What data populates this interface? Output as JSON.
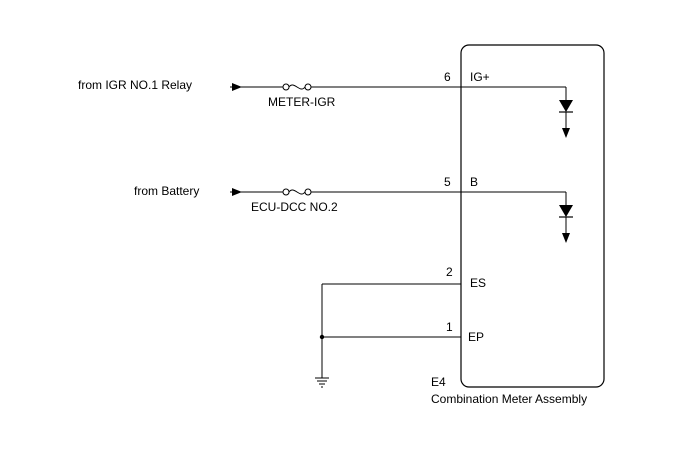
{
  "inputs": {
    "igr": {
      "source": "from IGR NO.1 Relay",
      "fuse": "METER-IGR"
    },
    "battery": {
      "source": "from Battery",
      "fuse": "ECU-DCC NO.2"
    }
  },
  "pins": {
    "igplus": {
      "number": "6",
      "name": "IG+"
    },
    "b": {
      "number": "5",
      "name": "B"
    },
    "es": {
      "number": "2",
      "name": "ES"
    },
    "ep": {
      "number": "1",
      "name": "EP"
    }
  },
  "component": {
    "connector": "E4",
    "name": "Combination Meter Assembly"
  }
}
